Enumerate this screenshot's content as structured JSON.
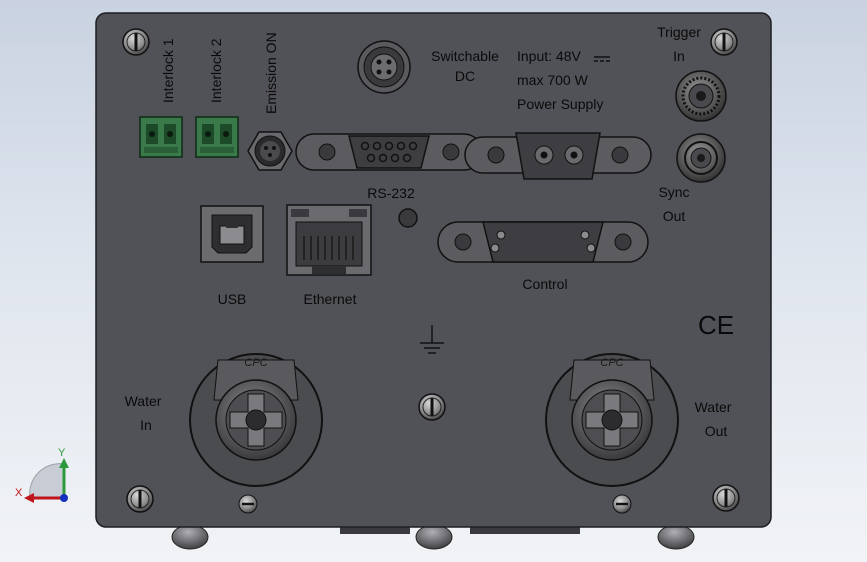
{
  "labels": {
    "interlock1": "Interlock 1",
    "interlock2": "Interlock 2",
    "emission": "Emission ON",
    "switchable_line1": "Switchable",
    "switchable_line2": "DC",
    "input_line1": "Input:  48V",
    "input_line2": "max 700 W",
    "input_line3": "Power Supply",
    "trigger_line1": "Trigger",
    "trigger_line2": "In",
    "rs232": "RS-232",
    "sync_line1": "Sync",
    "sync_line2": "Out",
    "usb": "USB",
    "ethernet": "Ethernet",
    "control": "Control",
    "ce": "CE",
    "water_in_line1": "Water",
    "water_in_line2": "In",
    "water_out_line1": "Water",
    "water_out_line2": "Out",
    "connector_mark_left": "CPC",
    "connector_mark_right": "CPC"
  },
  "axes": {
    "x": "X",
    "y": "Y"
  },
  "colors": {
    "panel": "#515257",
    "panel_edge": "#1e1e22",
    "background_top": "#c9d2e0",
    "background_bottom": "#f1f3f6",
    "connector_green": "#3a7a4a",
    "axis_x": "#c0141c",
    "axis_y": "#2c9a3c",
    "axis_z": "#1530c0"
  }
}
